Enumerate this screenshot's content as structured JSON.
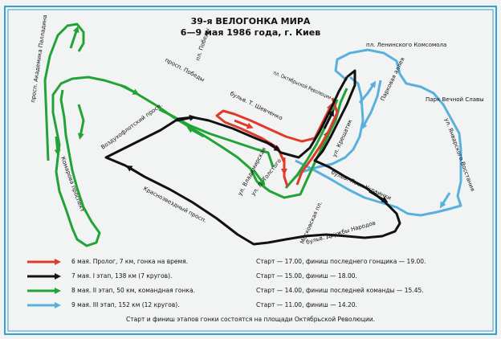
{
  "title": {
    "line1": "39-я ВЕЛОГОНКА МИРА",
    "line2": "6—9 мая 1986 года, г. Киев"
  },
  "colors": {
    "red": "#e03a2a",
    "black": "#111111",
    "green": "#22a336",
    "blue": "#5ab0dc"
  },
  "streets": {
    "akademika_palladina": "просп. Академика Палладина",
    "komarova": "Комарова проспект",
    "pobedy": "просп. Победы",
    "pl_pobedy": "пл. Победы",
    "shevchenko": "бульв. Т. Шевченко",
    "vozduhoflotsky": "Воздухофлотский просп.",
    "vladimirskaya": "ул. Владимирская",
    "l_tolstogo": "ул. Л. Толстого",
    "krasnozvezdny": "Краснозвездный просп.",
    "moskovskaya": "Московская пл.",
    "druzhby_narodov": "бульв. Дружбы Народов",
    "lesi_ukrainki": "бульв. Леси Украинки",
    "kreshchatik": "ул. Крещатик",
    "pl_oktyabrskoy": "пл. Октябрьской Революции",
    "pl_leninskogo": "пл. Ленинского Комсомола",
    "parkovaya": "Парковая аллея",
    "park_vechnoy": "Парк Вечной Славы",
    "yanvarskogo": "ул. Январского Восстания"
  },
  "legend": [
    {
      "color": "red",
      "stage": "6 мая. Пролог, 7 км, гонка на время.",
      "time": "Старт — 17.00, финиш последнего гонщика — 19.00."
    },
    {
      "color": "black",
      "stage": "7 мая. I этап, 138 км (7 кругов).",
      "time": "Старт — 15.00, финиш — 18.00."
    },
    {
      "color": "green",
      "stage": "8 мая. II этап, 50 км, командная гонка.",
      "time": "Старт — 14.00, финиш последней команды — 15.45."
    },
    {
      "color": "blue",
      "stage": "9 мая. III этап, 152 км (12 кругов).",
      "time": "Старт — 11.00, финиш — 14.20."
    }
  ],
  "footer": "Старт и финиш этапов гонки состоятся на площади Октябрьской Революции."
}
